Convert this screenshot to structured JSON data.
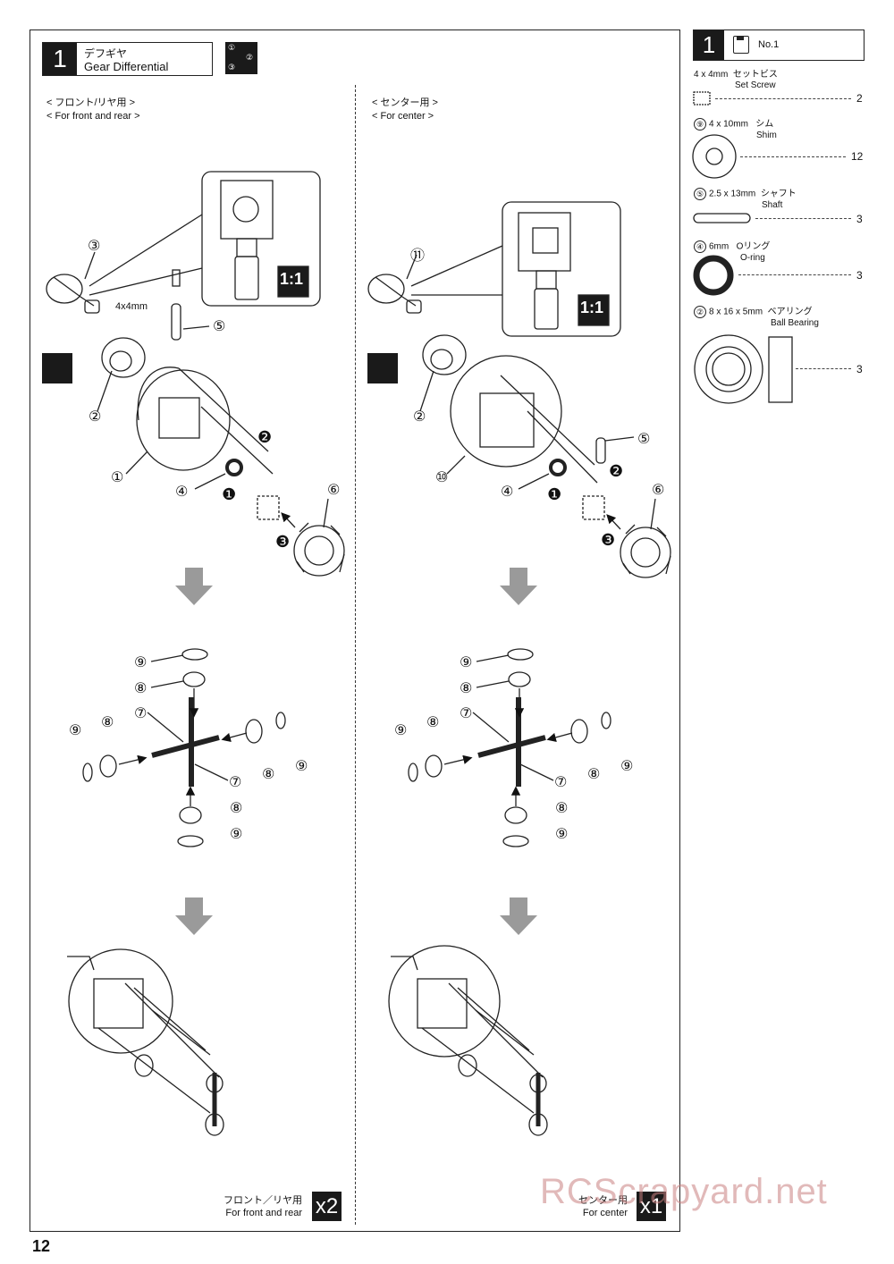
{
  "step": {
    "number": "1",
    "title_jp": "デフギヤ",
    "title_en": "Gear Differential"
  },
  "sequence_icon": {
    "a": "①",
    "b": "②",
    "c": "③"
  },
  "left_section": {
    "label_jp": "< フロント/リヤ用 >",
    "label_en": "< For front and rear >",
    "multiplier_jp": "フロント／リヤ用",
    "multiplier_en": "For front and rear",
    "multiplier": "x2",
    "screw_label": "4x4mm",
    "scale": "1:1"
  },
  "right_section": {
    "label_jp": "< センター用 >",
    "label_en": "< For center >",
    "multiplier_jp": "センター用",
    "multiplier_en": "For center",
    "multiplier": "x1",
    "scale": "1:1"
  },
  "callouts_left_top": [
    "③",
    "⑤",
    "②",
    "①",
    "④",
    "❶",
    "❷",
    "❸",
    "⑥"
  ],
  "callouts_right_top": [
    "⑪",
    "⑤",
    "②",
    "⑩",
    "④",
    "❶",
    "❷",
    "❸",
    "⑥"
  ],
  "callouts_mid": [
    "⑨",
    "⑧",
    "⑦",
    "⑨",
    "⑧",
    "⑧",
    "⑨",
    "⑦",
    "⑧",
    "⑨"
  ],
  "parts": {
    "header_num": "1",
    "bag": "No.1",
    "items": [
      {
        "id": "",
        "size": "4 x 4mm",
        "jp": "セットビス",
        "en": "Set Screw",
        "qty": "2"
      },
      {
        "id": "⑨",
        "size": "4 x 10mm",
        "jp": "シム",
        "en": "Shim",
        "qty": "12"
      },
      {
        "id": "⑤",
        "size": "2.5 x 13mm",
        "jp": "シャフト",
        "en": "Shaft",
        "qty": "3"
      },
      {
        "id": "④",
        "size": "6mm",
        "jp": "Oリング",
        "en": "O-ring",
        "qty": "3"
      },
      {
        "id": "②",
        "size": "8 x 16 x 5mm",
        "jp": "ベアリング",
        "en": "Ball Bearing",
        "qty": "3"
      }
    ]
  },
  "page_number": "12",
  "watermark": "RCScrapyard.net",
  "colors": {
    "ink": "#1a1a1a",
    "arrow": "#9a9a9a",
    "watermark": "#c98080"
  }
}
